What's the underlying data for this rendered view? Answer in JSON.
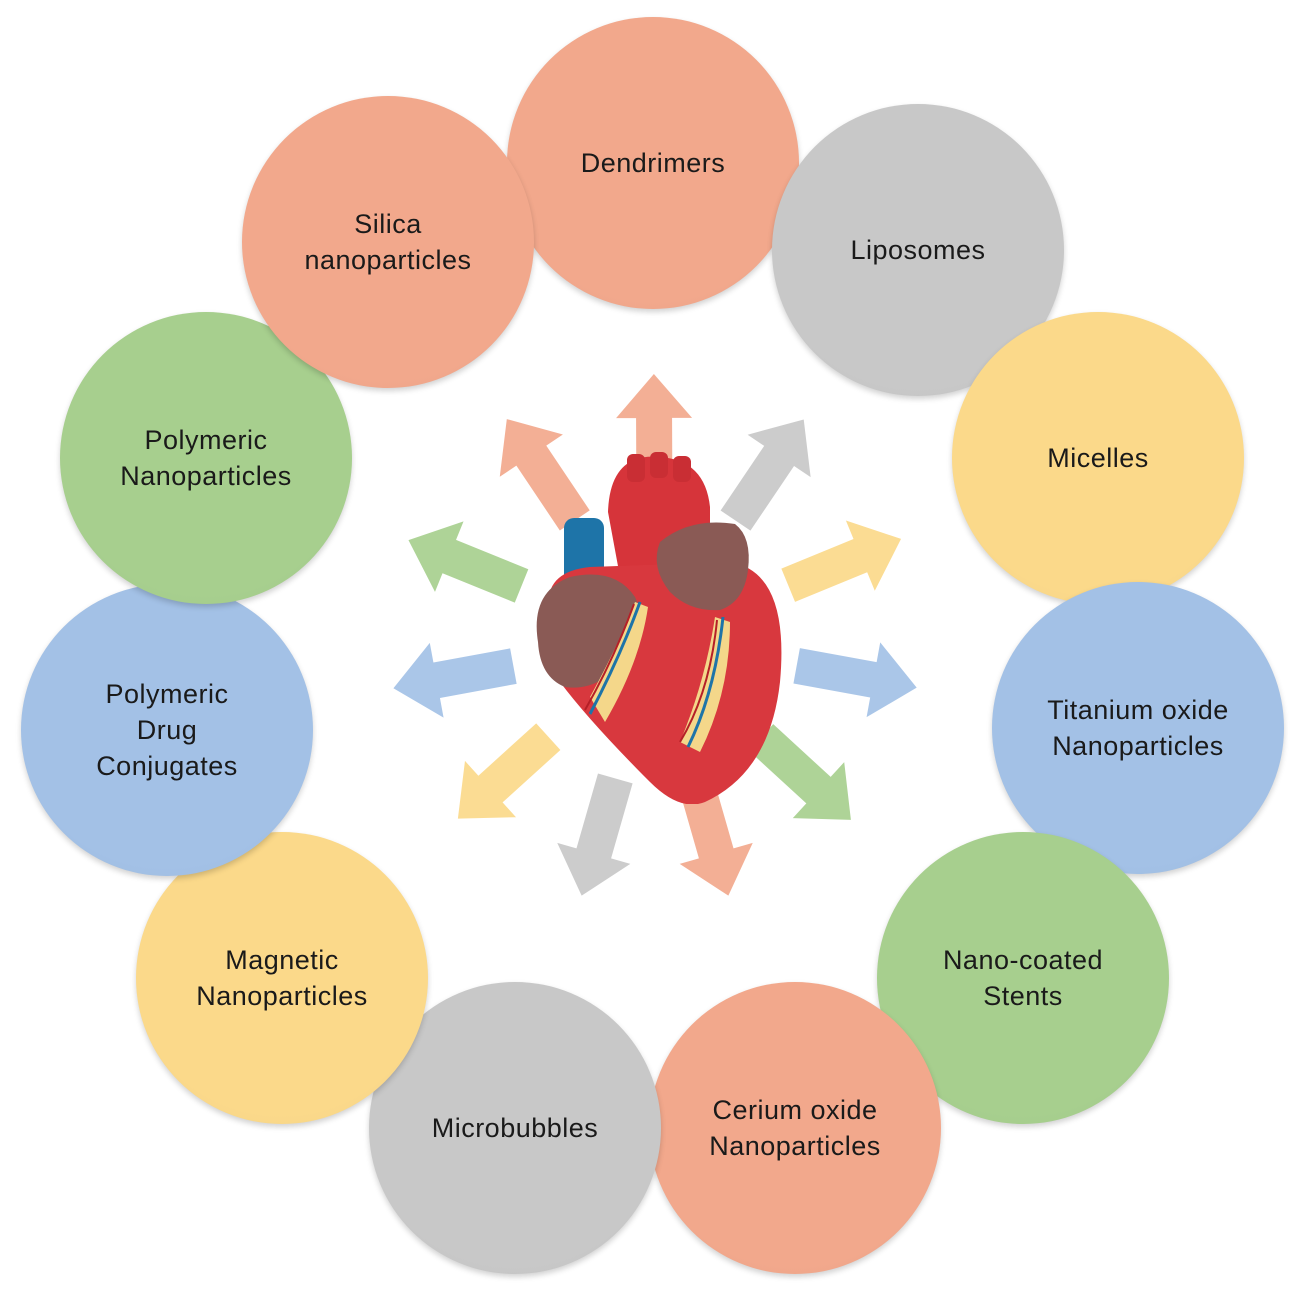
{
  "nodes": [
    {
      "id": "dendrimers",
      "label": "Dendrimers",
      "color": "#f2a88c"
    },
    {
      "id": "liposomes",
      "label": "Liposomes",
      "color": "#c8c8c8"
    },
    {
      "id": "micelles",
      "label": "Micelles",
      "color": "#fbd98a"
    },
    {
      "id": "titanium-oxide",
      "label": "Titanium oxide\nNanoparticles",
      "color": "#a3c1e6"
    },
    {
      "id": "nano-coated-stents",
      "label": "Nano-coated\nStents",
      "color": "#a7cf8e"
    },
    {
      "id": "cerium-oxide",
      "label": "Cerium oxide\nNanoparticles",
      "color": "#f2a88c"
    },
    {
      "id": "microbubbles",
      "label": "Microbubbles",
      "color": "#c8c8c8"
    },
    {
      "id": "magnetic",
      "label": "Magnetic\nNanoparticles",
      "color": "#fbd98a"
    },
    {
      "id": "polymeric-drug-conjugates",
      "label": "Polymeric\nDrug\nConjugates",
      "color": "#a3c1e6"
    },
    {
      "id": "polymeric-nanoparticles",
      "label": "Polymeric\nNanoparticles",
      "color": "#a7cf8e"
    },
    {
      "id": "silica",
      "label": "Silica\nnanoparticles",
      "color": "#f2a88c"
    }
  ],
  "center_icon": "heart-icon",
  "arrow_icon": "arrow-icon",
  "colors": {
    "salmon": "#f2a88c",
    "gray": "#c8c8c8",
    "yellow": "#fbd98a",
    "blue": "#a3c1e6",
    "green": "#a7cf8e",
    "heart_red": "#d6343a",
    "heart_brown": "#8a5a55",
    "vessel_blue": "#1e74a8",
    "fat_yellow": "#f4d78a"
  }
}
